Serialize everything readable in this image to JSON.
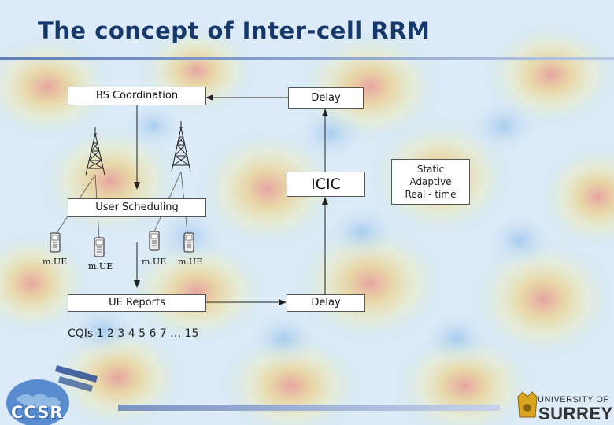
{
  "title": "The concept of Inter-cell RRM",
  "boxes": {
    "bs_coordination": "BS Coordination",
    "delay_top": "Delay",
    "icic": "ICIC",
    "user_scheduling": "User Scheduling",
    "ue_reports": "UE Reports",
    "delay_bottom": "Delay"
  },
  "side_box": {
    "line1": "Static",
    "line2": "Adaptive",
    "line3": "Real - time"
  },
  "mobile_labels": [
    "m.UE",
    "m.UE",
    "m.UE",
    "m.UE"
  ],
  "cqi_text": "CQIs 1 2 3 4 5 6 7 … 15",
  "logos": {
    "ccsr": "CCSR",
    "university_of": "UNIVERSITY OF",
    "surrey": "SURREY"
  },
  "colors": {
    "title": "#17386a",
    "accent_bar": "#5f7fb7"
  }
}
